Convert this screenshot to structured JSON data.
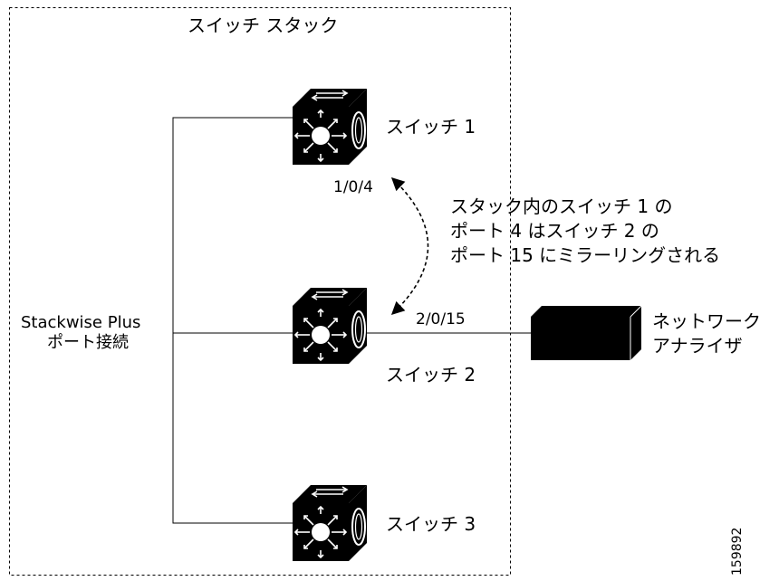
{
  "stack_title": "スイッチ スタック",
  "switches": [
    {
      "label": "スイッチ 1",
      "port": "1/0/4"
    },
    {
      "label": "スイッチ 2",
      "port": "2/0/15"
    },
    {
      "label": "スイッチ 3"
    }
  ],
  "stackwise_label": [
    "Stackwise Plus",
    "ポート接続"
  ],
  "annotation": [
    "スタック内のスイッチ 1 の",
    "ポート 4 はスイッチ 2 の",
    "ポート 15 にミラーリングされる"
  ],
  "analyzer_label": [
    "ネットワーク",
    "アナライザ"
  ],
  "figure_code": "159892"
}
